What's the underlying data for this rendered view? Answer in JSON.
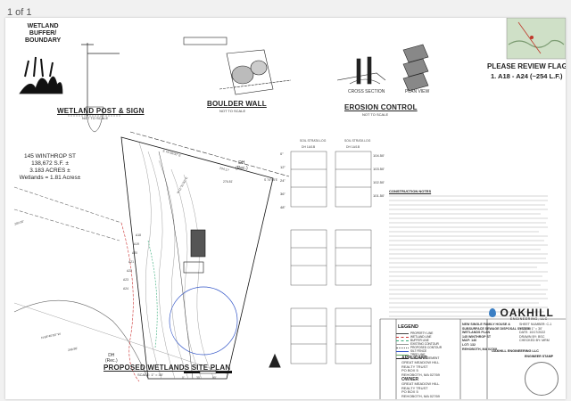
{
  "viewer": {
    "page_indicator": "1 of 1"
  },
  "details": {
    "wetland_sign_text": [
      "WETLAND",
      "BUFFER/",
      "BOUNDARY"
    ],
    "wetland_post_title": "WETLAND POST & SIGN",
    "boulder_wall_title": "BOULDER WALL",
    "erosion_control_title": "EROSION CONTROL",
    "not_to_scale": "NOT TO SCALE",
    "cross_section": "CROSS SECTION",
    "plan_view": "PLAN VIEW"
  },
  "flags": {
    "title": "PLEASE REVIEW FLAGS:",
    "item": "1.    A18 - A24 (~254 L.F.)"
  },
  "property": {
    "address": "145 WINTHROP ST",
    "area_sf": "138,672 S.F. ±",
    "area_acres": "3.183 ACRES ±",
    "wetlands": "Wetlands = 1.81 Acres±"
  },
  "plan": {
    "title": "PROPOSED WETLANDS SITE PLAN",
    "scale": "SCALE: 1\" = 30'",
    "scale_ticks": [
      "0'",
      "30'",
      "60'"
    ],
    "bearing_1": "S 74°06'00\" E",
    "dist_1": "204.17'",
    "bearing_2": "S 74°06'E",
    "dist_2": "276.81'",
    "bearing_3": "N 68°40'00\" W",
    "dist_3": "248.88'",
    "bearing_4": "N 11°31'00\" E",
    "dist_4": "200.00'",
    "dh_rec": [
      "DH",
      "(Rec.)"
    ],
    "flag_labels": [
      "A24",
      "A23",
      "A22",
      "A21",
      "A20",
      "A19",
      "A18"
    ]
  },
  "soil": {
    "header": "SOIL STRATA LOG",
    "log_title": "DH 1A/1B",
    "depths": [
      "0\"",
      "12\"",
      "24\"",
      "36\"",
      "48\""
    ],
    "elevs": [
      "104.50'",
      "103.50'",
      "102.50'",
      "101.50'"
    ]
  },
  "notes": {
    "header": "CONSTRUCTION NOTES"
  },
  "legend": {
    "title": "LEGEND",
    "items": [
      "PROPERTY LINE",
      "WETLAND LINE",
      "BUFFER LINE",
      "EXISTING CONTOUR",
      "PROPOSED CONTOUR",
      "SILT FENCE",
      "TREE LINE",
      "EDGE OF PAVEMENT"
    ]
  },
  "applicant": {
    "label": "APPLICANT:",
    "lines": [
      "GREAT MEADOW HILL",
      "REALTY TRUST",
      "PO BOX 5",
      "REHOBOTH, MA 02769"
    ]
  },
  "owner": {
    "label": "OWNER",
    "lines": [
      "GREAT MEADOW HILL",
      "REALTY TRUST",
      "PO BOX 5",
      "REHOBOTH, MA 02769"
    ]
  },
  "project": {
    "lines": [
      "NEW SINGLE FAMILY HOUSE &",
      "SUBSURFACE SEWAGE DISPOSAL SYSTEM",
      "WETLANDS PLAN",
      "145 WINTHROP ST",
      "MAP: 146",
      "LOT: 132",
      "REHOBOTH, MA 02769"
    ]
  },
  "engineer": {
    "company": "OAKHILL",
    "tagline": "ENGINEERING, LLC",
    "name_line": "OAKHILL ENGINEERING LLC"
  },
  "sheet_info": {
    "number": "SHEET NUMBER: C-1",
    "scale": "SCALE: 1\" = 30'",
    "date": "DATE: 10/17/2022",
    "drawn": "DRAWN BY: BSC",
    "checked": "CHECKED BY: MRM",
    "stamp": "ENGINEER STAMP"
  }
}
